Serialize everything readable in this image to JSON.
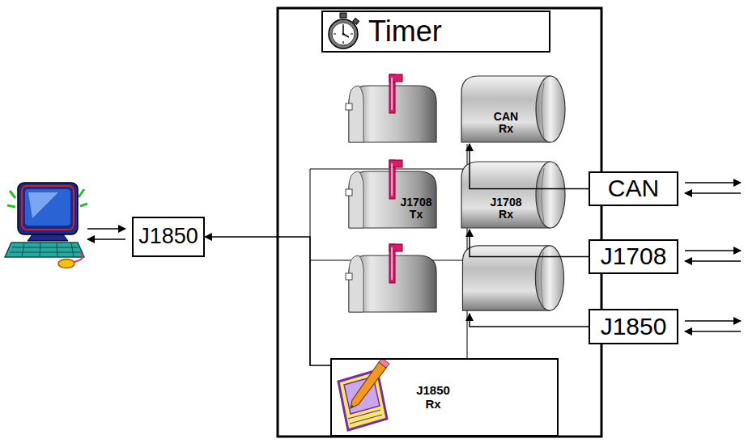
{
  "diagram": {
    "nodes": [
      {
        "text": [
          "Timer"
        ]
      },
      {
        "text": [
          "CAN Rx"
        ]
      },
      {
        "text": [
          "CAN"
        ]
      },
      {
        "text": [
          "J1850"
        ]
      },
      {
        "text": [
          "J1708 Tx"
        ]
      },
      {
        "text": [
          "J1708 Rx"
        ]
      },
      {
        "text": [
          "J1708"
        ]
      },
      {
        "text": [
          "J1850"
        ]
      },
      {
        "text": [
          "J1850 Rx"
        ]
      }
    ],
    "edges": [
      {
        "from": 2,
        "to": 1,
        "arrow": "to"
      },
      {
        "from": 6,
        "to": 5,
        "arrow": "to"
      },
      {
        "from": 8,
        "to": 3,
        "arrow": "to"
      }
    ]
  }
}
